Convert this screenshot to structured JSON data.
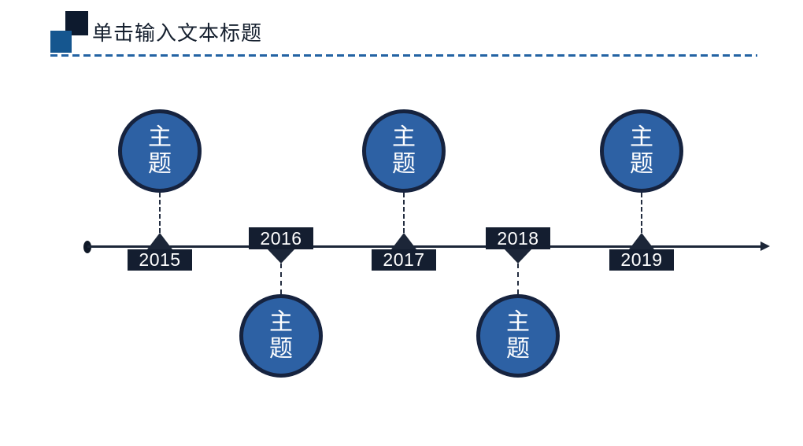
{
  "slide": {
    "title": "单击输入文本标题"
  },
  "timeline": {
    "markers": [
      {
        "year": "2015",
        "topic": "主题",
        "position": "above"
      },
      {
        "year": "2016",
        "topic": "主题",
        "position": "below"
      },
      {
        "year": "2017",
        "topic": "主题",
        "position": "above"
      },
      {
        "year": "2018",
        "topic": "主题",
        "position": "below"
      },
      {
        "year": "2019",
        "topic": "主题",
        "position": "above"
      }
    ]
  },
  "colors": {
    "topic_fill_blue": "#2d61a4",
    "dark_navy": "#1c2638",
    "header_square_blue": "#15568f",
    "header_square_dark": "#0d1a2e",
    "divider_blue": "#2363a3",
    "text_white": "#ffffff"
  }
}
